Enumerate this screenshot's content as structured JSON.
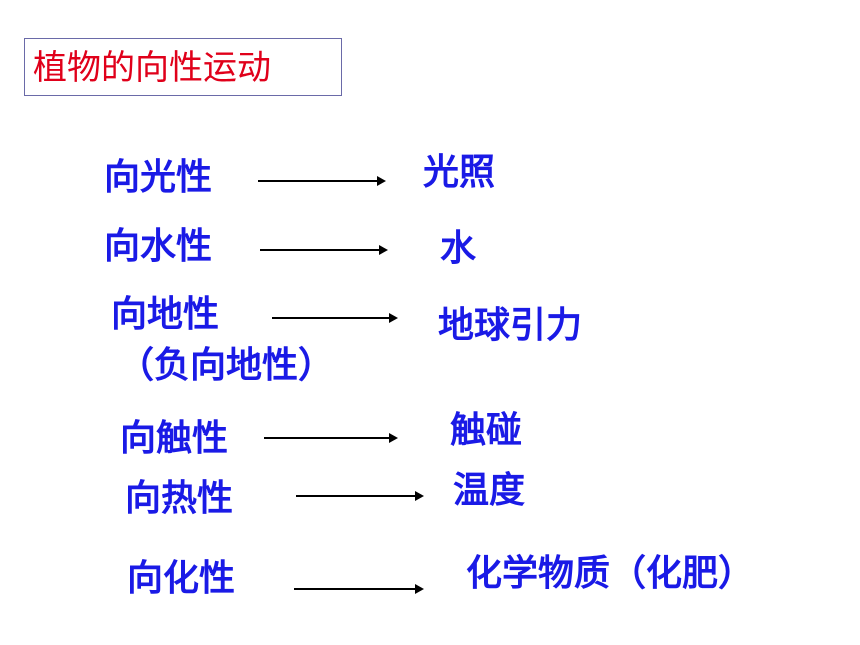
{
  "title": "植物的向性运动",
  "rows": [
    {
      "tropism": "向光性",
      "stimulus": "光照"
    },
    {
      "tropism": "向水性",
      "stimulus": "水"
    },
    {
      "tropism": "向地性",
      "note": "（负向地性）",
      "stimulus": "地球引力"
    },
    {
      "tropism": "向触性",
      "stimulus": "触碰"
    },
    {
      "tropism": "向热性",
      "stimulus": "温度"
    },
    {
      "tropism": "向化性",
      "stimulus": "化学物质（化肥）"
    }
  ],
  "colors": {
    "title": "#e0001a",
    "labels": "#1a1ae6",
    "arrow": "#000000"
  }
}
